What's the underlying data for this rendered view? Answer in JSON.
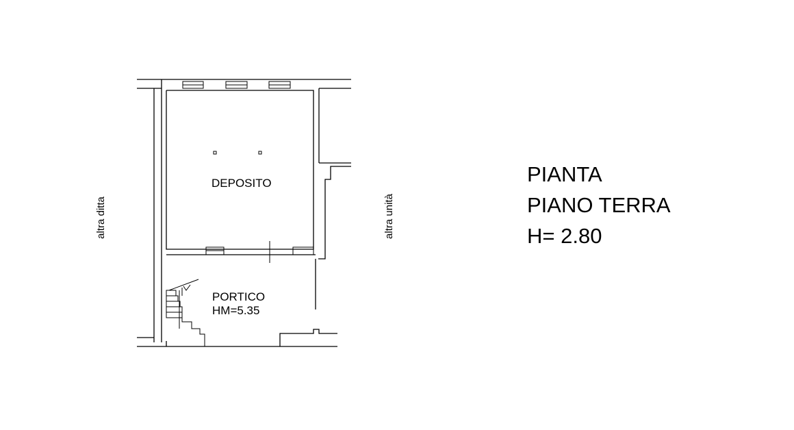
{
  "plan": {
    "room_deposito": "DEPOSITO",
    "room_portico": "PORTICO",
    "portico_height": "HM=5.35",
    "left_neighbor": "altra ditta",
    "right_neighbor": "altra unità"
  },
  "title": {
    "line1": "PIANTA",
    "line2": "PIANO TERRA",
    "line3": "H= 2.80"
  }
}
